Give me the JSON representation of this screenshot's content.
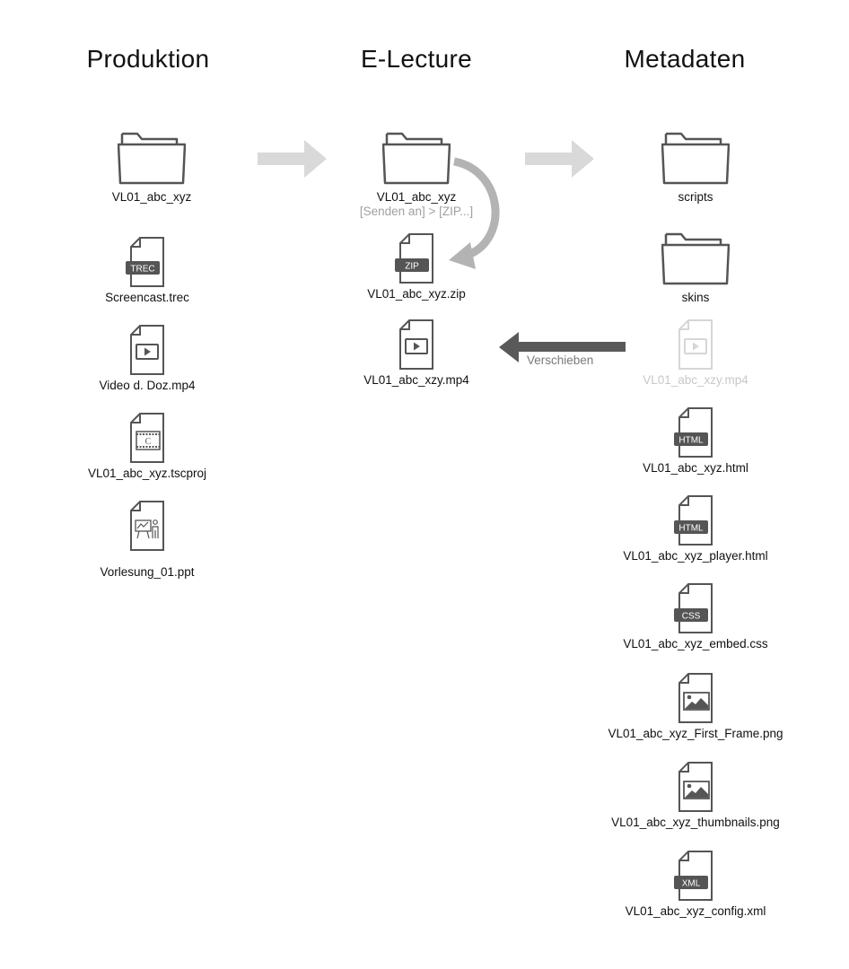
{
  "columns": [
    {
      "title": "Produktion"
    },
    {
      "title": "E-Lecture"
    },
    {
      "title": "Metadaten"
    }
  ],
  "produktion": {
    "items": [
      {
        "type": "folder",
        "label": "VL01_abc_xyz"
      },
      {
        "type": "file-badge",
        "badge": "TREC",
        "label": "Screencast.trec"
      },
      {
        "type": "file-video",
        "label": "Video d. Doz.mp4"
      },
      {
        "type": "file-camtasia",
        "glyph": "C",
        "label": "VL01_abc_xyz.tscproj"
      },
      {
        "type": "file-presentation",
        "label": "Vorlesung_01.ppt"
      }
    ]
  },
  "electure": {
    "folder": {
      "label": "VL01_abc_xyz",
      "instruction": "[Senden an] > [ZIP...]"
    },
    "zip": {
      "badge": "ZIP",
      "label": "VL01_abc_xyz.zip"
    },
    "video": {
      "label": "VL01_abc_xzy.mp4"
    }
  },
  "metadaten": {
    "items": [
      {
        "type": "folder",
        "label": "scripts"
      },
      {
        "type": "folder",
        "label": "skins"
      },
      {
        "type": "file-video",
        "label": "VL01_abc_xzy.mp4",
        "faded": true
      },
      {
        "type": "file-badge",
        "badge": "HTML",
        "label": "VL01_abc_xyz.html"
      },
      {
        "type": "file-badge",
        "badge": "HTML",
        "label": "VL01_abc_xyz_player.html"
      },
      {
        "type": "file-badge",
        "badge": "CSS",
        "label": "VL01_abc_xyz_embed.css"
      },
      {
        "type": "file-image",
        "label": "VL01_abc_xyz_First_Frame.png"
      },
      {
        "type": "file-image",
        "label": "VL01_abc_xyz_thumbnails.png"
      },
      {
        "type": "file-badge",
        "badge": "XML",
        "label": "VL01_abc_xyz_config.xml"
      }
    ]
  },
  "arrows": {
    "move_label": "Verschieben"
  },
  "colors": {
    "icon_stroke": "#555555",
    "badge_fill": "#555555",
    "faded": "#cfcfcf",
    "flow_arrow": "#d9d9d9",
    "zip_arrow": "#b3b3b3",
    "move_arrow": "#595959"
  }
}
